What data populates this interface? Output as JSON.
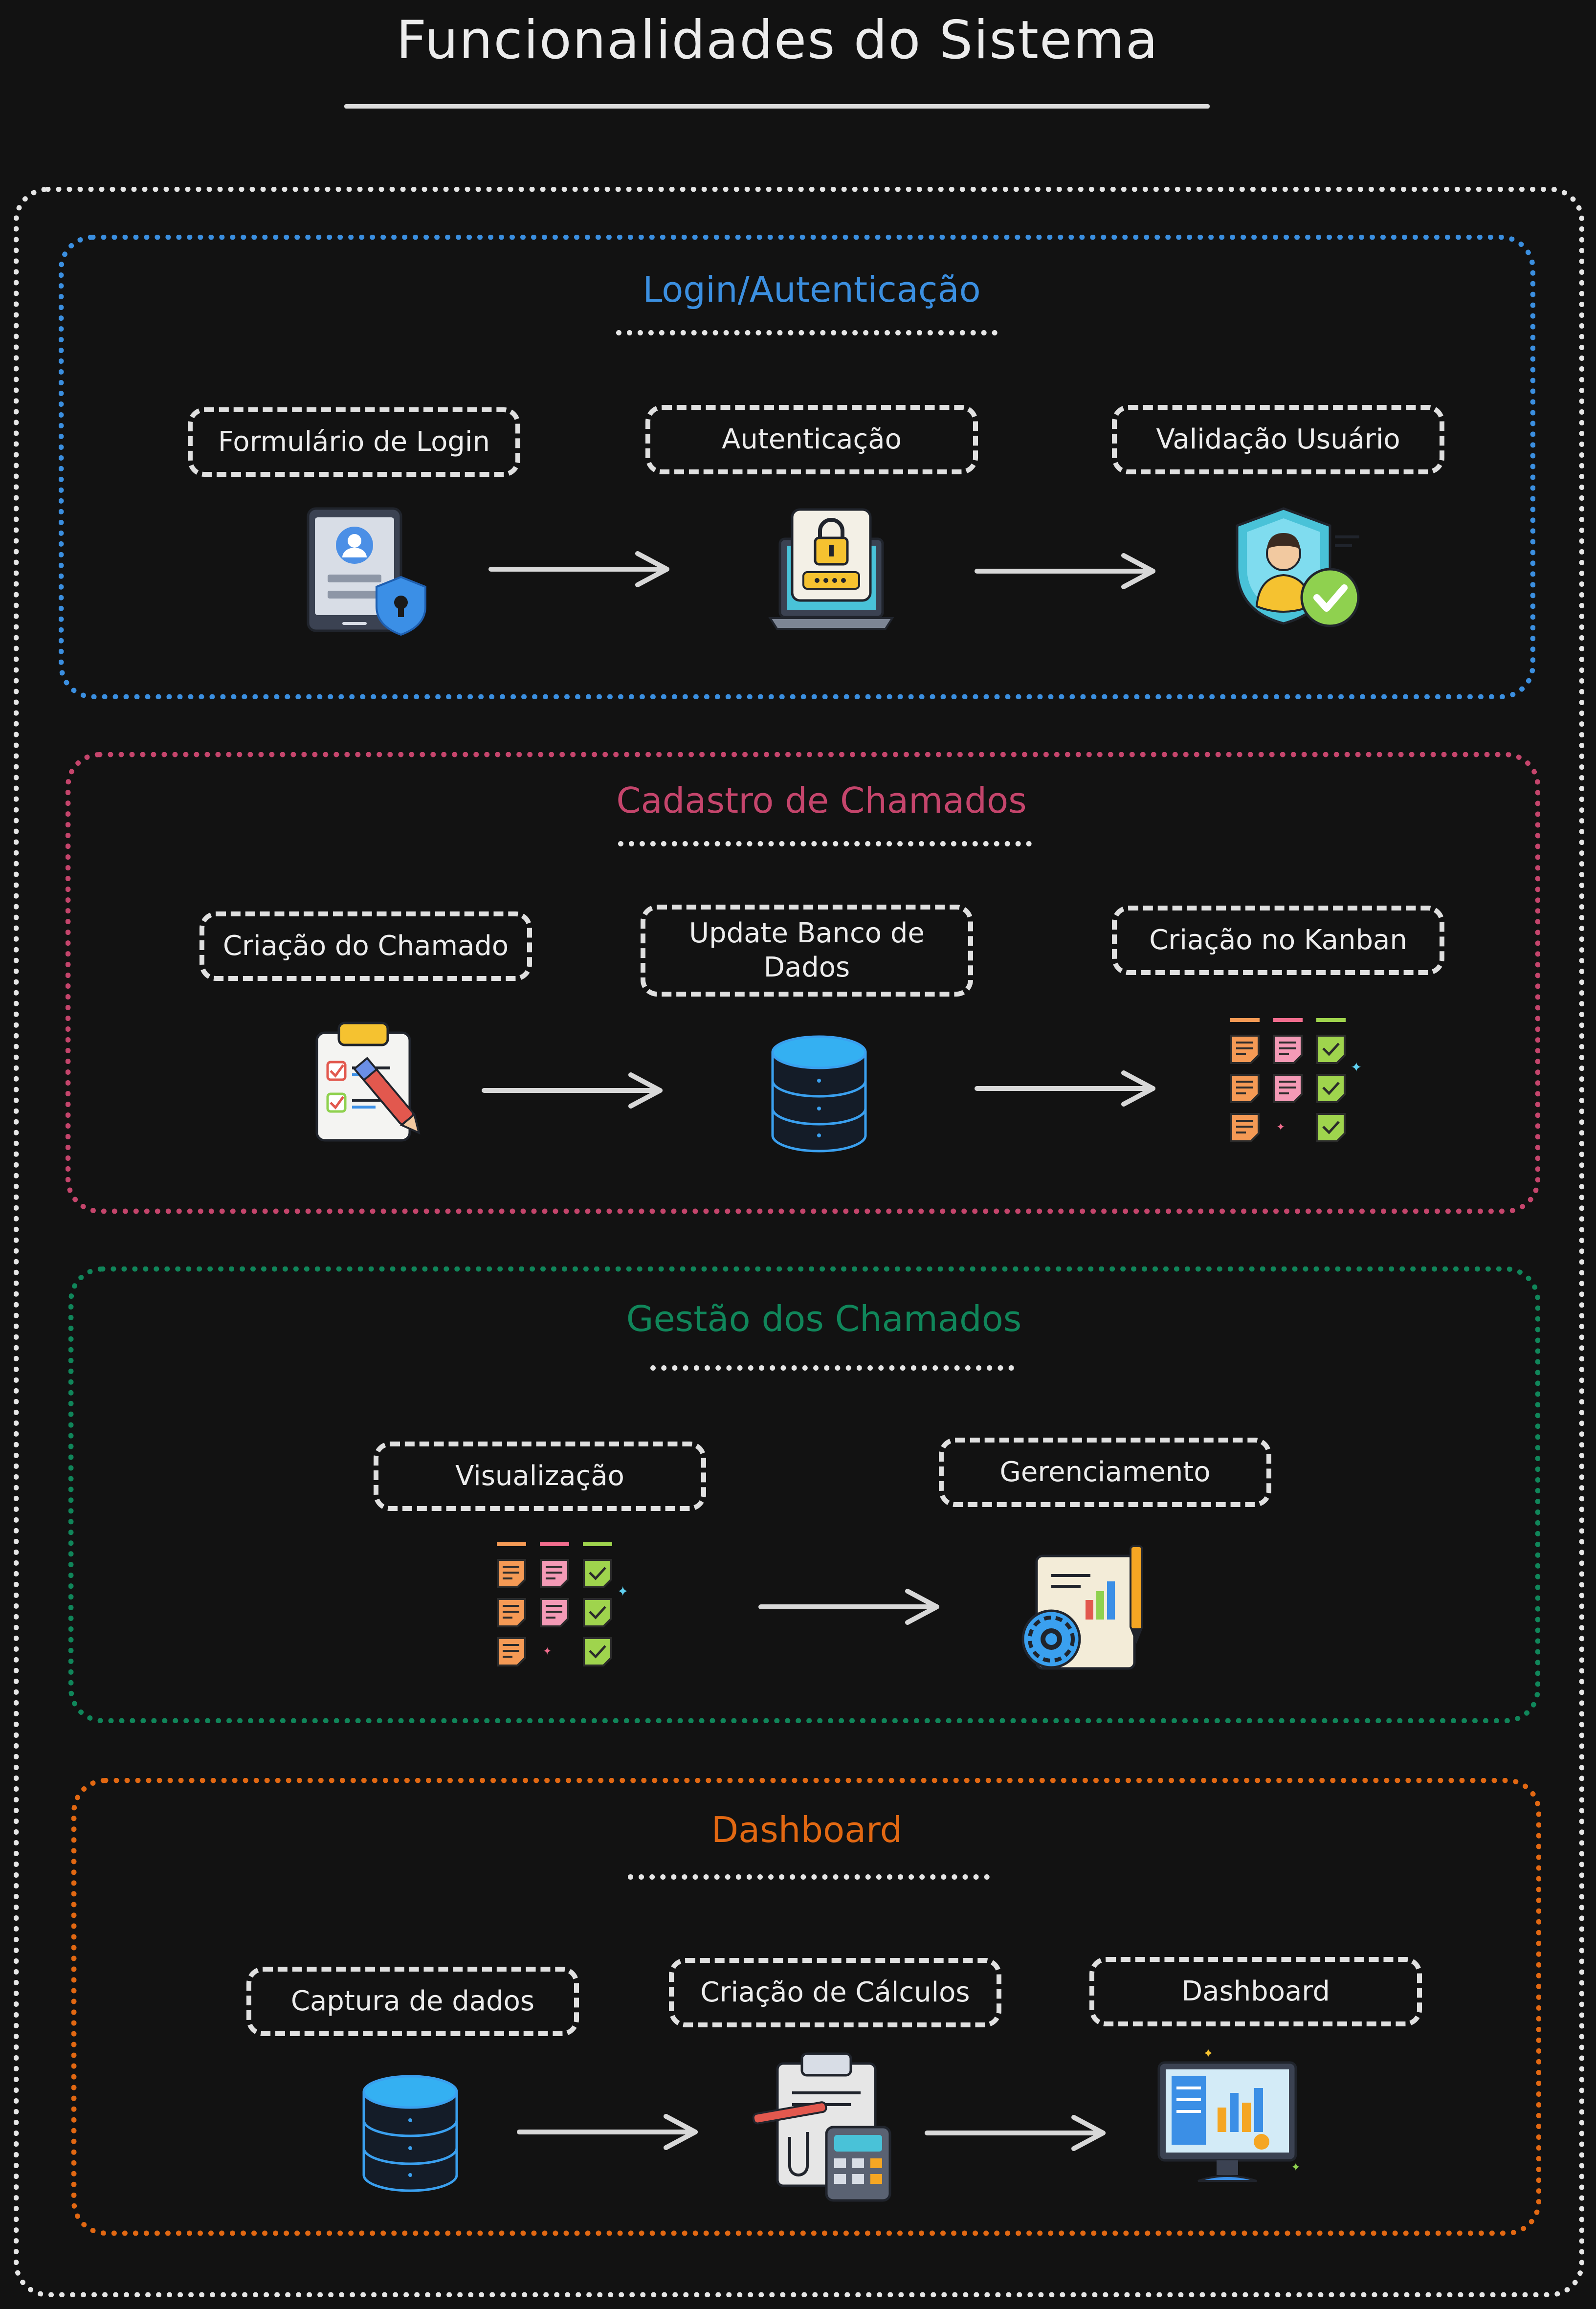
{
  "title": "Funcionalidades do Sistema",
  "colors": {
    "login": "#3b8fe0",
    "cadastro": "#c5456c",
    "gestao": "#10865a",
    "dashboard": "#e26812",
    "frame": "#e6e6e6",
    "background": "#121212"
  },
  "sections": [
    {
      "title": "Login/Autenticação",
      "steps": [
        {
          "label": "Formulário de Login",
          "icon": "login-phone-icon"
        },
        {
          "label": "Autenticação",
          "icon": "laptop-lock-icon"
        },
        {
          "label": "Validação Usuário",
          "icon": "user-verified-icon"
        }
      ]
    },
    {
      "title": "Cadastro de Chamados",
      "steps": [
        {
          "label": "Criação do Chamado",
          "icon": "clipboard-checklist-icon"
        },
        {
          "label": "Update Banco de Dados",
          "icon": "database-icon"
        },
        {
          "label": "Criação no Kanban",
          "icon": "kanban-board-icon"
        }
      ]
    },
    {
      "title": "Gestão dos Chamados",
      "steps": [
        {
          "label": "Visualização",
          "icon": "kanban-board-icon"
        },
        {
          "label": "Gerenciamento",
          "icon": "report-gear-icon"
        }
      ]
    },
    {
      "title": "Dashboard",
      "steps": [
        {
          "label": "Captura de dados",
          "icon": "database-icon"
        },
        {
          "label": "Criação de Cálculos",
          "icon": "calculator-clipboard-icon"
        },
        {
          "label": "Dashboard",
          "icon": "monitor-chart-icon"
        }
      ]
    }
  ]
}
